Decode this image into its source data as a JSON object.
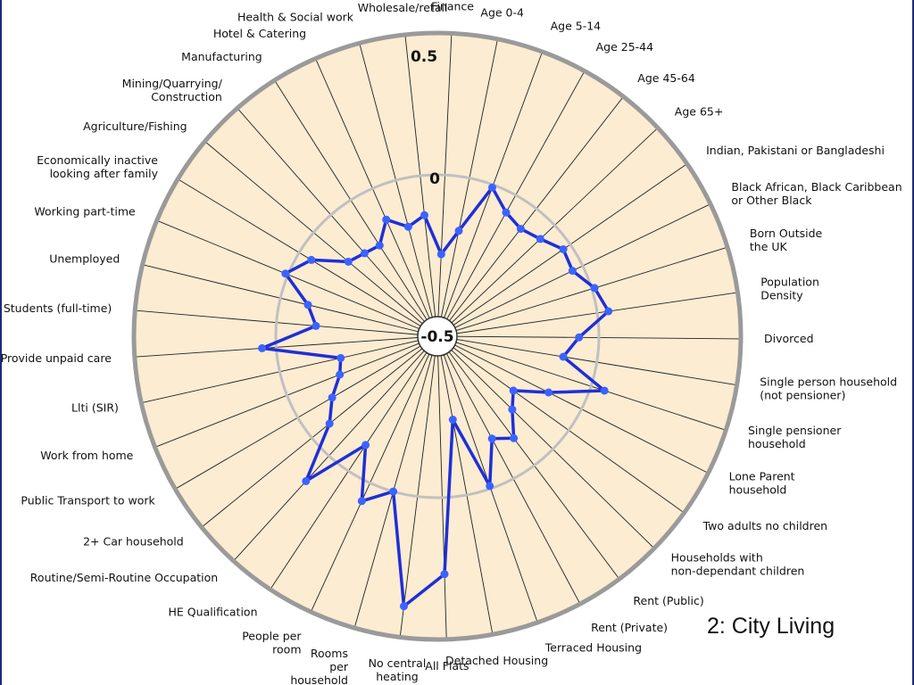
{
  "panel_title": "2: City Living",
  "chart_data": {
    "type": "radar",
    "title": "2: City Living",
    "rlim": [
      -0.5,
      0.5
    ],
    "ticks": [
      "-0.5",
      "0",
      "0.5"
    ],
    "tick_values": [
      -0.5,
      0,
      0.5
    ],
    "grid": true,
    "colors": {
      "background": "#fbecd2",
      "series": "#1f2fd6",
      "outer_ring": "#9a9a9a",
      "zero_ring": "#c0c0c0",
      "spokes": "#222222"
    },
    "categories": [
      "Age 0-4",
      "Age 5-14",
      "Age 25-44",
      "Age 45-64",
      "Age 65+",
      "Indian, Pakistani or Bangladeshi",
      "Black African, Black Caribbean or Other Black",
      "Born Outside the UK",
      "Population Density",
      "Divorced",
      "Single person household (not pensioner)",
      "Single pensioner household",
      "Lone Parent household",
      "Two adults no children",
      "Households with non-dependant children",
      "Rent (Public)",
      "Rent (Private)",
      "Terraced Housing",
      "Detached Housing",
      "All Flats",
      "No central heating",
      "Rooms per household",
      "People per room",
      "HE Qualification",
      "Routine/Semi-Routine Occupation",
      "2+ Car household",
      "Public Transport to work",
      "Work from home",
      "Llti (SIR)",
      "Provide unpaid care",
      "Students (full-time)",
      "Unemployed",
      "Working part-time",
      "Economically inactive looking after family",
      "Agriculture/Fishing",
      "Mining/Quarrying/ Construction",
      "Manufacturing",
      "Hotel & Catering",
      "Health & Social work",
      "Wholesale/retail",
      "Finance"
    ],
    "series": [
      {
        "values": [
          -0.19,
          -0.01,
          -0.07,
          -0.09,
          -0.07,
          -0.03,
          -0.04,
          0.01,
          0.04,
          -0.07,
          -0.12,
          0.05,
          -0.13,
          -0.24,
          -0.2,
          -0.12,
          -0.16,
          -0.01,
          -0.27,
          0.27,
          0.39,
          0.0,
          0.07,
          -0.11,
          0.12,
          -0.08,
          -0.14,
          -0.2,
          -0.22,
          0.05,
          -0.14,
          -0.1,
          0.01,
          -0.05,
          -0.16,
          -0.18,
          -0.19,
          -0.12,
          -0.17,
          -0.14,
          -0.28
        ]
      }
    ]
  }
}
